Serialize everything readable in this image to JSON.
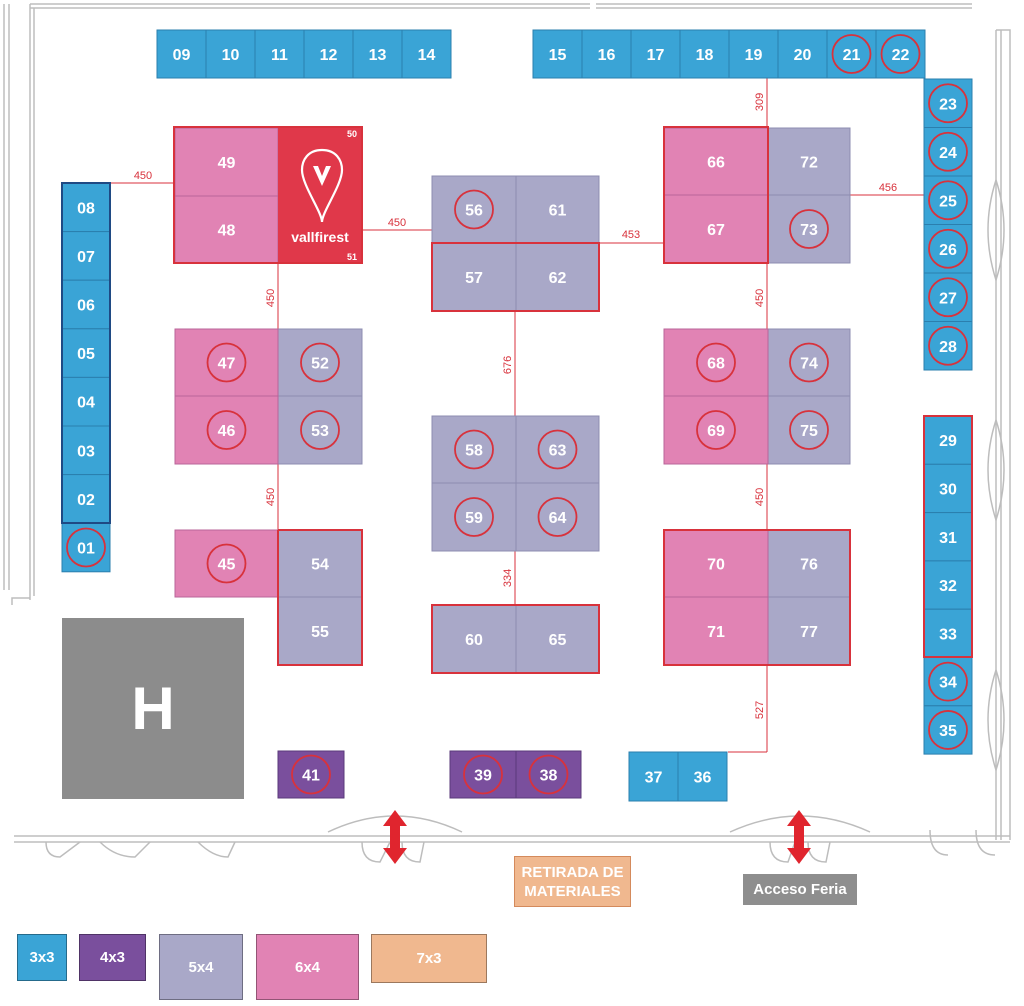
{
  "colors": {
    "3x3": "#3aa4d6",
    "4x3": "#7a4f9d",
    "5x4": "#a9a8c8",
    "6x4": "#e183b4",
    "7x3": "#f0b88f",
    "highlight": "#d8323c",
    "vallfirest": "#e0384a",
    "hall": "#8c8c8c",
    "distance": "#d8323c"
  },
  "booths_3x3": [
    {
      "id": "09"
    },
    {
      "id": "10"
    },
    {
      "id": "11"
    },
    {
      "id": "12"
    },
    {
      "id": "13"
    },
    {
      "id": "14"
    },
    {
      "id": "15"
    },
    {
      "id": "16"
    },
    {
      "id": "17"
    },
    {
      "id": "18"
    },
    {
      "id": "19"
    },
    {
      "id": "20"
    },
    {
      "id": "21",
      "circled": true
    },
    {
      "id": "22",
      "circled": true
    },
    {
      "id": "23",
      "circled": true
    },
    {
      "id": "24",
      "circled": true
    },
    {
      "id": "25",
      "circled": true
    },
    {
      "id": "26",
      "circled": true
    },
    {
      "id": "27",
      "circled": true
    },
    {
      "id": "28",
      "circled": true
    },
    {
      "id": "08"
    },
    {
      "id": "07"
    },
    {
      "id": "06"
    },
    {
      "id": "05"
    },
    {
      "id": "04"
    },
    {
      "id": "03"
    },
    {
      "id": "02"
    },
    {
      "id": "01",
      "circled": true
    },
    {
      "id": "29"
    },
    {
      "id": "30"
    },
    {
      "id": "31"
    },
    {
      "id": "32"
    },
    {
      "id": "33"
    },
    {
      "id": "34",
      "circled": true
    },
    {
      "id": "35",
      "circled": true
    },
    {
      "id": "37"
    },
    {
      "id": "36"
    }
  ],
  "booths_4x3": [
    {
      "id": "41",
      "circled": true
    },
    {
      "id": "39",
      "circled": true
    },
    {
      "id": "38",
      "circled": true
    }
  ],
  "booths_5x4": [
    {
      "id": "52",
      "circled": true
    },
    {
      "id": "53",
      "circled": true
    },
    {
      "id": "54"
    },
    {
      "id": "55"
    },
    {
      "id": "56",
      "circled": true
    },
    {
      "id": "61"
    },
    {
      "id": "57"
    },
    {
      "id": "62"
    },
    {
      "id": "58",
      "circled": true
    },
    {
      "id": "63",
      "circled": true
    },
    {
      "id": "59",
      "circled": true
    },
    {
      "id": "64",
      "circled": true
    },
    {
      "id": "60"
    },
    {
      "id": "65"
    },
    {
      "id": "72"
    },
    {
      "id": "73",
      "circled": true
    },
    {
      "id": "74",
      "circled": true
    },
    {
      "id": "75",
      "circled": true
    },
    {
      "id": "76"
    },
    {
      "id": "77"
    }
  ],
  "booths_6x4": [
    {
      "id": "49"
    },
    {
      "id": "48"
    },
    {
      "id": "47",
      "circled": true
    },
    {
      "id": "46",
      "circled": true
    },
    {
      "id": "45",
      "circled": true
    },
    {
      "id": "66"
    },
    {
      "id": "67"
    },
    {
      "id": "68",
      "circled": true
    },
    {
      "id": "69",
      "circled": true
    },
    {
      "id": "70"
    },
    {
      "id": "71"
    }
  ],
  "vallfirest": {
    "brand": "vallfirest",
    "top_number": "50",
    "bottom_number": "51"
  },
  "distances": [
    "450",
    "450",
    "450",
    "450",
    "453",
    "456",
    "309",
    "450",
    "450",
    "676",
    "334",
    "527"
  ],
  "hall_label": "H",
  "retirada_line1": "RETIRADA DE",
  "retirada_line2": "MATERIALES",
  "acceso_label": "Acceso Feria",
  "legend": [
    {
      "label": "3x3"
    },
    {
      "label": "4x3"
    },
    {
      "label": "5x4"
    },
    {
      "label": "6x4"
    },
    {
      "label": "7x3"
    }
  ]
}
